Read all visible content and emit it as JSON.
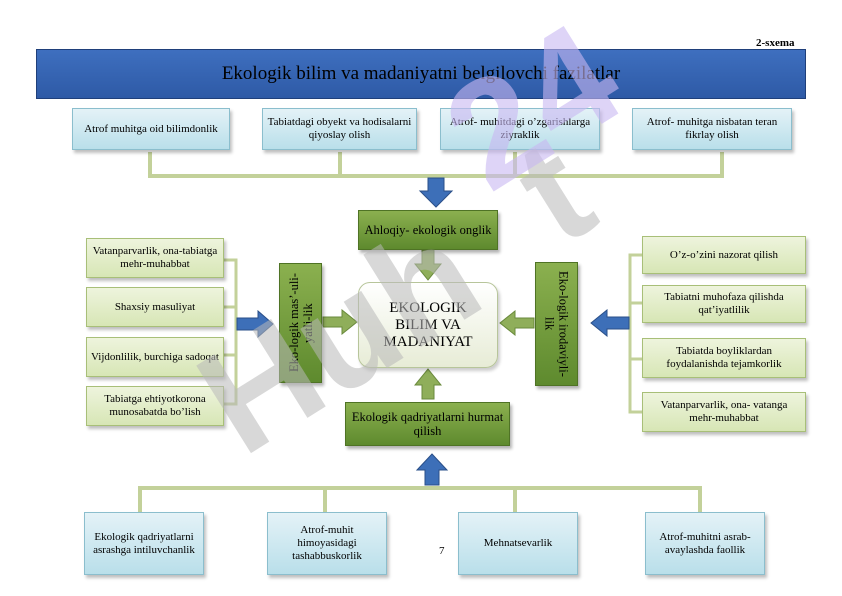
{
  "scheme_label": "2-sxema",
  "title": "Ekologik bilim va madaniyatni belgilovchi fazilatlar",
  "top_boxes": [
    "Atrof muhitga oid bilimdonlik",
    "Tabiatdagi obyekt va hodisalarni qiyoslay olish",
    "Atrof- muhitdagi o’zgarishlarga ziyraklik",
    "Atrof- muhitga nisbatan teran fikrlay olish"
  ],
  "left_boxes": [
    "Vatanparvarlik, ona-tabiatga mehr-muhabbat",
    "Shaxsiy masuliyat",
    "Vijdonlilik, burchiga sadoqat",
    "Tabiatga ehtiyotkorona munosabatda bo’lish"
  ],
  "right_boxes": [
    "O’z-o’zini nazorat qilish",
    "Tabiatni muhofaza qilishda qat’iyatlilik",
    "Tabiatda boyliklardan foydalanishda tejamkorlik",
    "Vatanparvarlik, ona- vatanga mehr-muhabbat"
  ],
  "bottom_boxes": [
    "Ekologik qadriyatlarni asrashga intiluvchanlik",
    "Atrof-muhit himoyasidagi tashabbuskorlik",
    "Mehnatsevarlik",
    "Atrof-muhitni asrab-avaylashda faollik"
  ],
  "hub_top": "Ahloqiy- ekologik onglik",
  "hub_bottom": "Ekologik qadriyatlarni hurmat qilish",
  "hub_left": "Eko-logik mas’-uli-yatli-lik",
  "hub_right": "Eko-logik irodaviyli-lik",
  "center": "EKOLOGIK BILIM VA MADANIYAT",
  "page_number": "7",
  "colors": {
    "banner": "#2e5aa6",
    "blue_box": "#b9dfea",
    "green_box": "#d7e6b5",
    "dark_green": "#5e8a2e",
    "connector": "#c3d19a",
    "arrow_blue": "#3d6fb8",
    "arrow_green": "#8fae5a"
  }
}
